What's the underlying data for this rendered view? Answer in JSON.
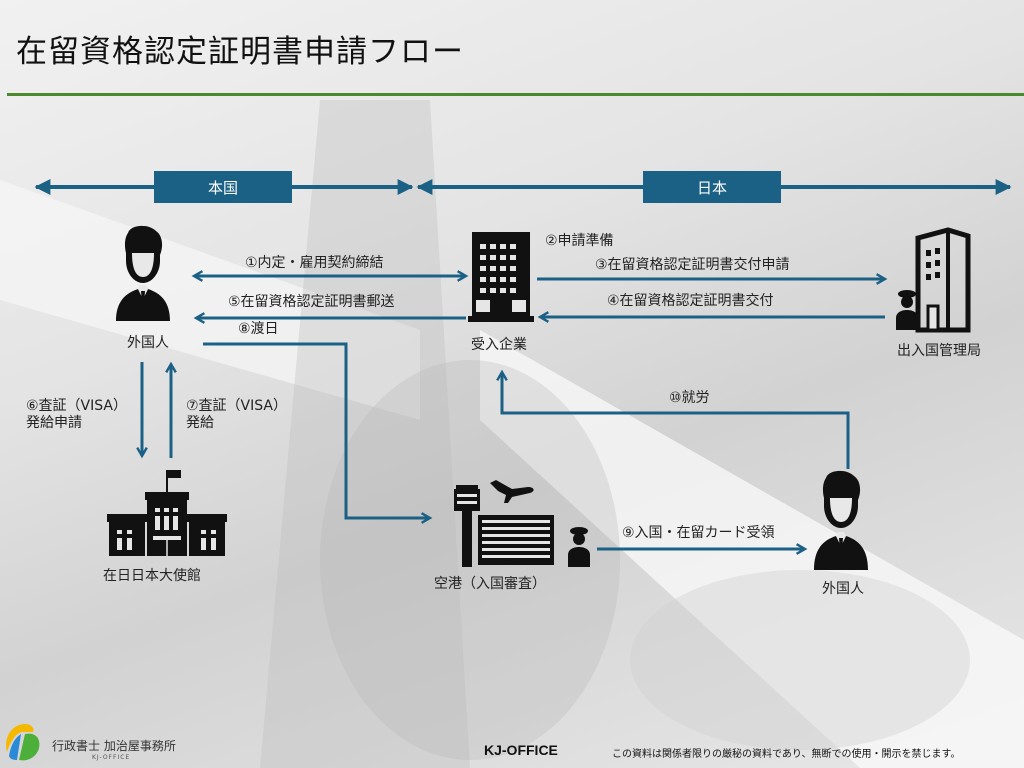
{
  "title": "在留資格認定証明書申請フロー",
  "colors": {
    "accent": "#1b6185",
    "title_rule": "#4a8a2c",
    "icon": "#111111"
  },
  "regions": [
    {
      "label": "本国"
    },
    {
      "label": "日本"
    }
  ],
  "nodes": {
    "foreigner_home": {
      "label": "外国人",
      "icon": "person-icon"
    },
    "company": {
      "label": "受入企業",
      "icon": "office-building-icon"
    },
    "immigration_bureau": {
      "label": "出入国管理局",
      "icon": "government-building-officer-icon"
    },
    "embassy": {
      "label": "在日日本大使館",
      "icon": "embassy-icon"
    },
    "airport": {
      "label": "空港（入国審査）",
      "icon": "airport-officer-icon"
    },
    "foreigner_japan": {
      "label": "外国人",
      "icon": "person-icon"
    }
  },
  "steps": [
    {
      "id": 1,
      "label": "①内定・雇用契約締結"
    },
    {
      "id": 2,
      "label": "②申請準備"
    },
    {
      "id": 3,
      "label": "③在留資格認定証明書交付申請"
    },
    {
      "id": 4,
      "label": "④在留資格認定証明書交付"
    },
    {
      "id": 5,
      "label": "⑤在留資格認定証明書郵送"
    },
    {
      "id": 6,
      "label_line1": "⑥査証（VISA）",
      "label_line2": "発給申請"
    },
    {
      "id": 7,
      "label_line1": "⑦査証（VISA）",
      "label_line2": "発給"
    },
    {
      "id": 8,
      "label": "⑧渡日"
    },
    {
      "id": 9,
      "label": "⑨入国・在留カード受領"
    },
    {
      "id": 10,
      "label": "⑩就労"
    }
  ],
  "footer": {
    "org_name": "行政書士 加治屋事務所",
    "org_sub": "KJ-OFFICE",
    "brand": "KJ-OFFICE",
    "notice": "この資料は関係者限りの厳秘の資料であり、無断での使用・開示を禁じます。"
  }
}
